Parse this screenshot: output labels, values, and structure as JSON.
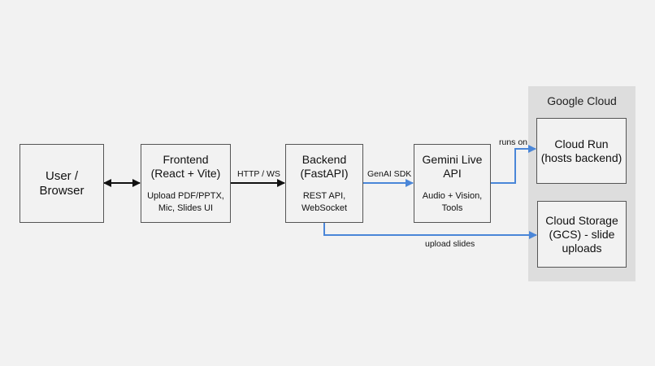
{
  "colors": {
    "background": "#f2f2f2",
    "cloud_region": "#dddddd",
    "node_border": "#555555",
    "internal_arrow": "#111111",
    "cloud_arrow": "#4a86d8"
  },
  "cloud_region": {
    "title": "Google Cloud"
  },
  "nodes": {
    "user": {
      "title": "User /\nBrowser"
    },
    "frontend": {
      "title": "Frontend\n(React + Vite)",
      "subtitle": "Upload PDF/PPTX,\nMic, Slides UI"
    },
    "backend": {
      "title": "Backend\n(FastAPI)",
      "subtitle": "REST API,\nWebSocket"
    },
    "gemini": {
      "title": "Gemini Live\nAPI",
      "subtitle": "Audio + Vision,\nTools"
    },
    "cloud_run": {
      "title": "Cloud Run\n(hosts backend)"
    },
    "cloud_storage": {
      "title": "Cloud Storage\n(GCS) - slide\nuploads"
    }
  },
  "edges": {
    "user_frontend": {
      "direction": "bidirectional"
    },
    "frontend_backend": {
      "label": "HTTP / WS"
    },
    "backend_gemini": {
      "label": "GenAI SDK"
    },
    "gemini_cloud_run": {
      "label": "runs on"
    },
    "backend_storage": {
      "label": "upload slides"
    }
  }
}
